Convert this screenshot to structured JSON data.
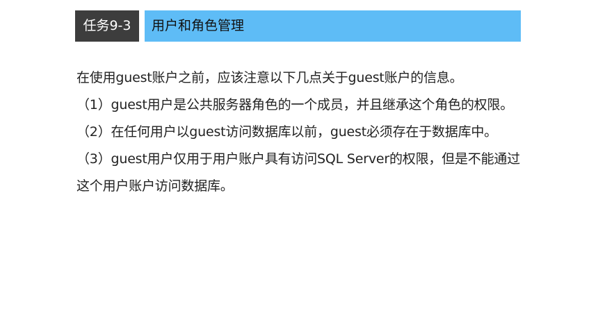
{
  "header": {
    "task_number": "任务9-3",
    "task_title": "用户和角色管理"
  },
  "content": {
    "paragraphs": [
      "在使用guest账户之前，应该注意以下几点关于guest账户的信息。",
      "（1）guest用户是公共服务器角色的一个成员，并且继承这个角色的权限。",
      "（2）在任何用户以guest访问数据库以前，guest必须存在于数据库中。",
      "（3）guest用户仅用于用户账户具有访问SQL Server的权限，但是不能通过这个用户账户访问数据库。"
    ]
  },
  "colors": {
    "badge_bg": "#3d3d3d",
    "title_bar_bg": "#5ebcf6",
    "text": "#222222"
  }
}
